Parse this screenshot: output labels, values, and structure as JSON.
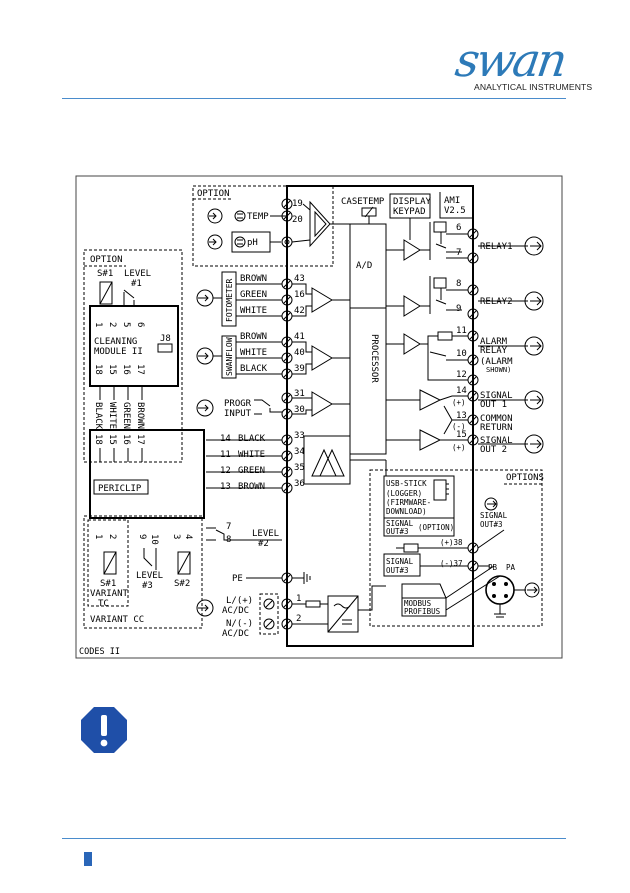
{
  "brand": {
    "logo_text": "swan",
    "subtitle": "ANALYTICAL INSTRUMENTS",
    "color": "#2d7ab8"
  },
  "diagram": {
    "option_top": "OPTION",
    "temp_label": "TEMP",
    "ph_label": "pH",
    "casetemp": "CASETEMP",
    "display_keypad": [
      "DISPLAY",
      "KEYPAD"
    ],
    "ami_version": [
      "AMI",
      "V2.5"
    ],
    "ad_label": "A/D",
    "processor_label": "PROCESSOR",
    "fotometer_label": "FOTOMETER",
    "fotometer_wires": [
      {
        "color": "BROWN",
        "terminal": "43"
      },
      {
        "color": "GREEN",
        "terminal": "16"
      },
      {
        "color": "WHITE",
        "terminal": "42"
      }
    ],
    "swanflow_label": "SWANFLOW",
    "swanflow_wires": [
      {
        "color": "BROWN",
        "terminal": "41"
      },
      {
        "color": "WHITE",
        "terminal": "40"
      },
      {
        "color": "BLACK",
        "terminal": "39"
      }
    ],
    "progr_input": [
      "PROGR",
      "INPUT"
    ],
    "progr_terminals": [
      "31",
      "30"
    ],
    "periclip_wires": [
      {
        "pin": "14",
        "color": "BLACK",
        "terminal": "33"
      },
      {
        "pin": "11",
        "color": "WHITE",
        "terminal": "34"
      },
      {
        "pin": "12",
        "color": "GREEN",
        "terminal": "35"
      },
      {
        "pin": "13",
        "color": "BROWN",
        "terminal": "36"
      }
    ],
    "periclip_label": "PERICLIP",
    "top_terminals": [
      "19",
      "20"
    ],
    "relay1_label": "RELAY1",
    "relay1_terminals": [
      "6",
      "7"
    ],
    "relay2_label": "RELAY2",
    "relay2_terminals": [
      "8",
      "9"
    ],
    "alarm_relay": [
      "ALARM",
      "RELAY",
      "(ALARM",
      "SHOWN)"
    ],
    "alarm_terminals": [
      "11",
      "10",
      "12"
    ],
    "signal_out1": [
      "SIGNAL",
      "OUT 1"
    ],
    "common_return": [
      "COMMON",
      "RETURN"
    ],
    "signal_out2": [
      "SIGNAL",
      "OUT 2"
    ],
    "signal_terminals": [
      "14",
      "13",
      "15"
    ],
    "plus_minus": [
      "(+)",
      "(-)",
      "(+)"
    ],
    "option_left": "OPTION",
    "level1": [
      "LEVEL",
      "#1"
    ],
    "s1": "S#1",
    "cleaning_module": [
      "CLEANING",
      "MODULE II"
    ],
    "j8": "J8",
    "cm_top_pins": [
      "1",
      "2",
      "5",
      "6"
    ],
    "cm_bottom_pins": [
      "18",
      "15",
      "16",
      "17"
    ],
    "cm_wire_colors": [
      "BLACK",
      "WHITE",
      "GREEN",
      "BROWN"
    ],
    "pc_pins": [
      "18",
      "15",
      "16",
      "17"
    ],
    "level2": [
      "LEVEL",
      "#2"
    ],
    "level2_terminals": [
      "7",
      "8"
    ],
    "variant_tc_pins": [
      "1",
      "2"
    ],
    "level3_pins": [
      "9",
      "10"
    ],
    "s2_pins": [
      "3",
      "4"
    ],
    "s1_variant": [
      "S#1",
      "VARIANT",
      "TC"
    ],
    "level3": [
      "LEVEL",
      "#3"
    ],
    "s2": "S#2",
    "variant_cc": "VARIANT CC",
    "pe": "PE",
    "l_plus": [
      "L/(+)",
      "AC/DC"
    ],
    "n_minus": [
      "N/(-)",
      "AC/DC"
    ],
    "mains_terminals": [
      "1",
      "2"
    ],
    "options_box": "OPTIONS",
    "usb_stick": [
      "USB-STICK",
      "(LOGGER)",
      "(FIRMWARE-",
      "DOWNLOAD)"
    ],
    "signal_out3_option": [
      "SIGNAL",
      "OUT#3",
      "(OPTION)"
    ],
    "signal_out3": [
      "SIGNAL",
      "OUT#3"
    ],
    "signal_out3_right": [
      "SIGNAL",
      "OUT#3"
    ],
    "modbus": [
      "MODBUS",
      "PROFIBUS"
    ],
    "terminal_38": "(+)38",
    "terminal_37": "(-)37",
    "pb": "PB",
    "pa": "PA",
    "codes": "CODES II"
  },
  "colors": {
    "accent": "#4a8ccc",
    "note_icon": "#1f4fa8",
    "line": "#000000"
  },
  "icons": {
    "note": "exclamation-icon"
  }
}
